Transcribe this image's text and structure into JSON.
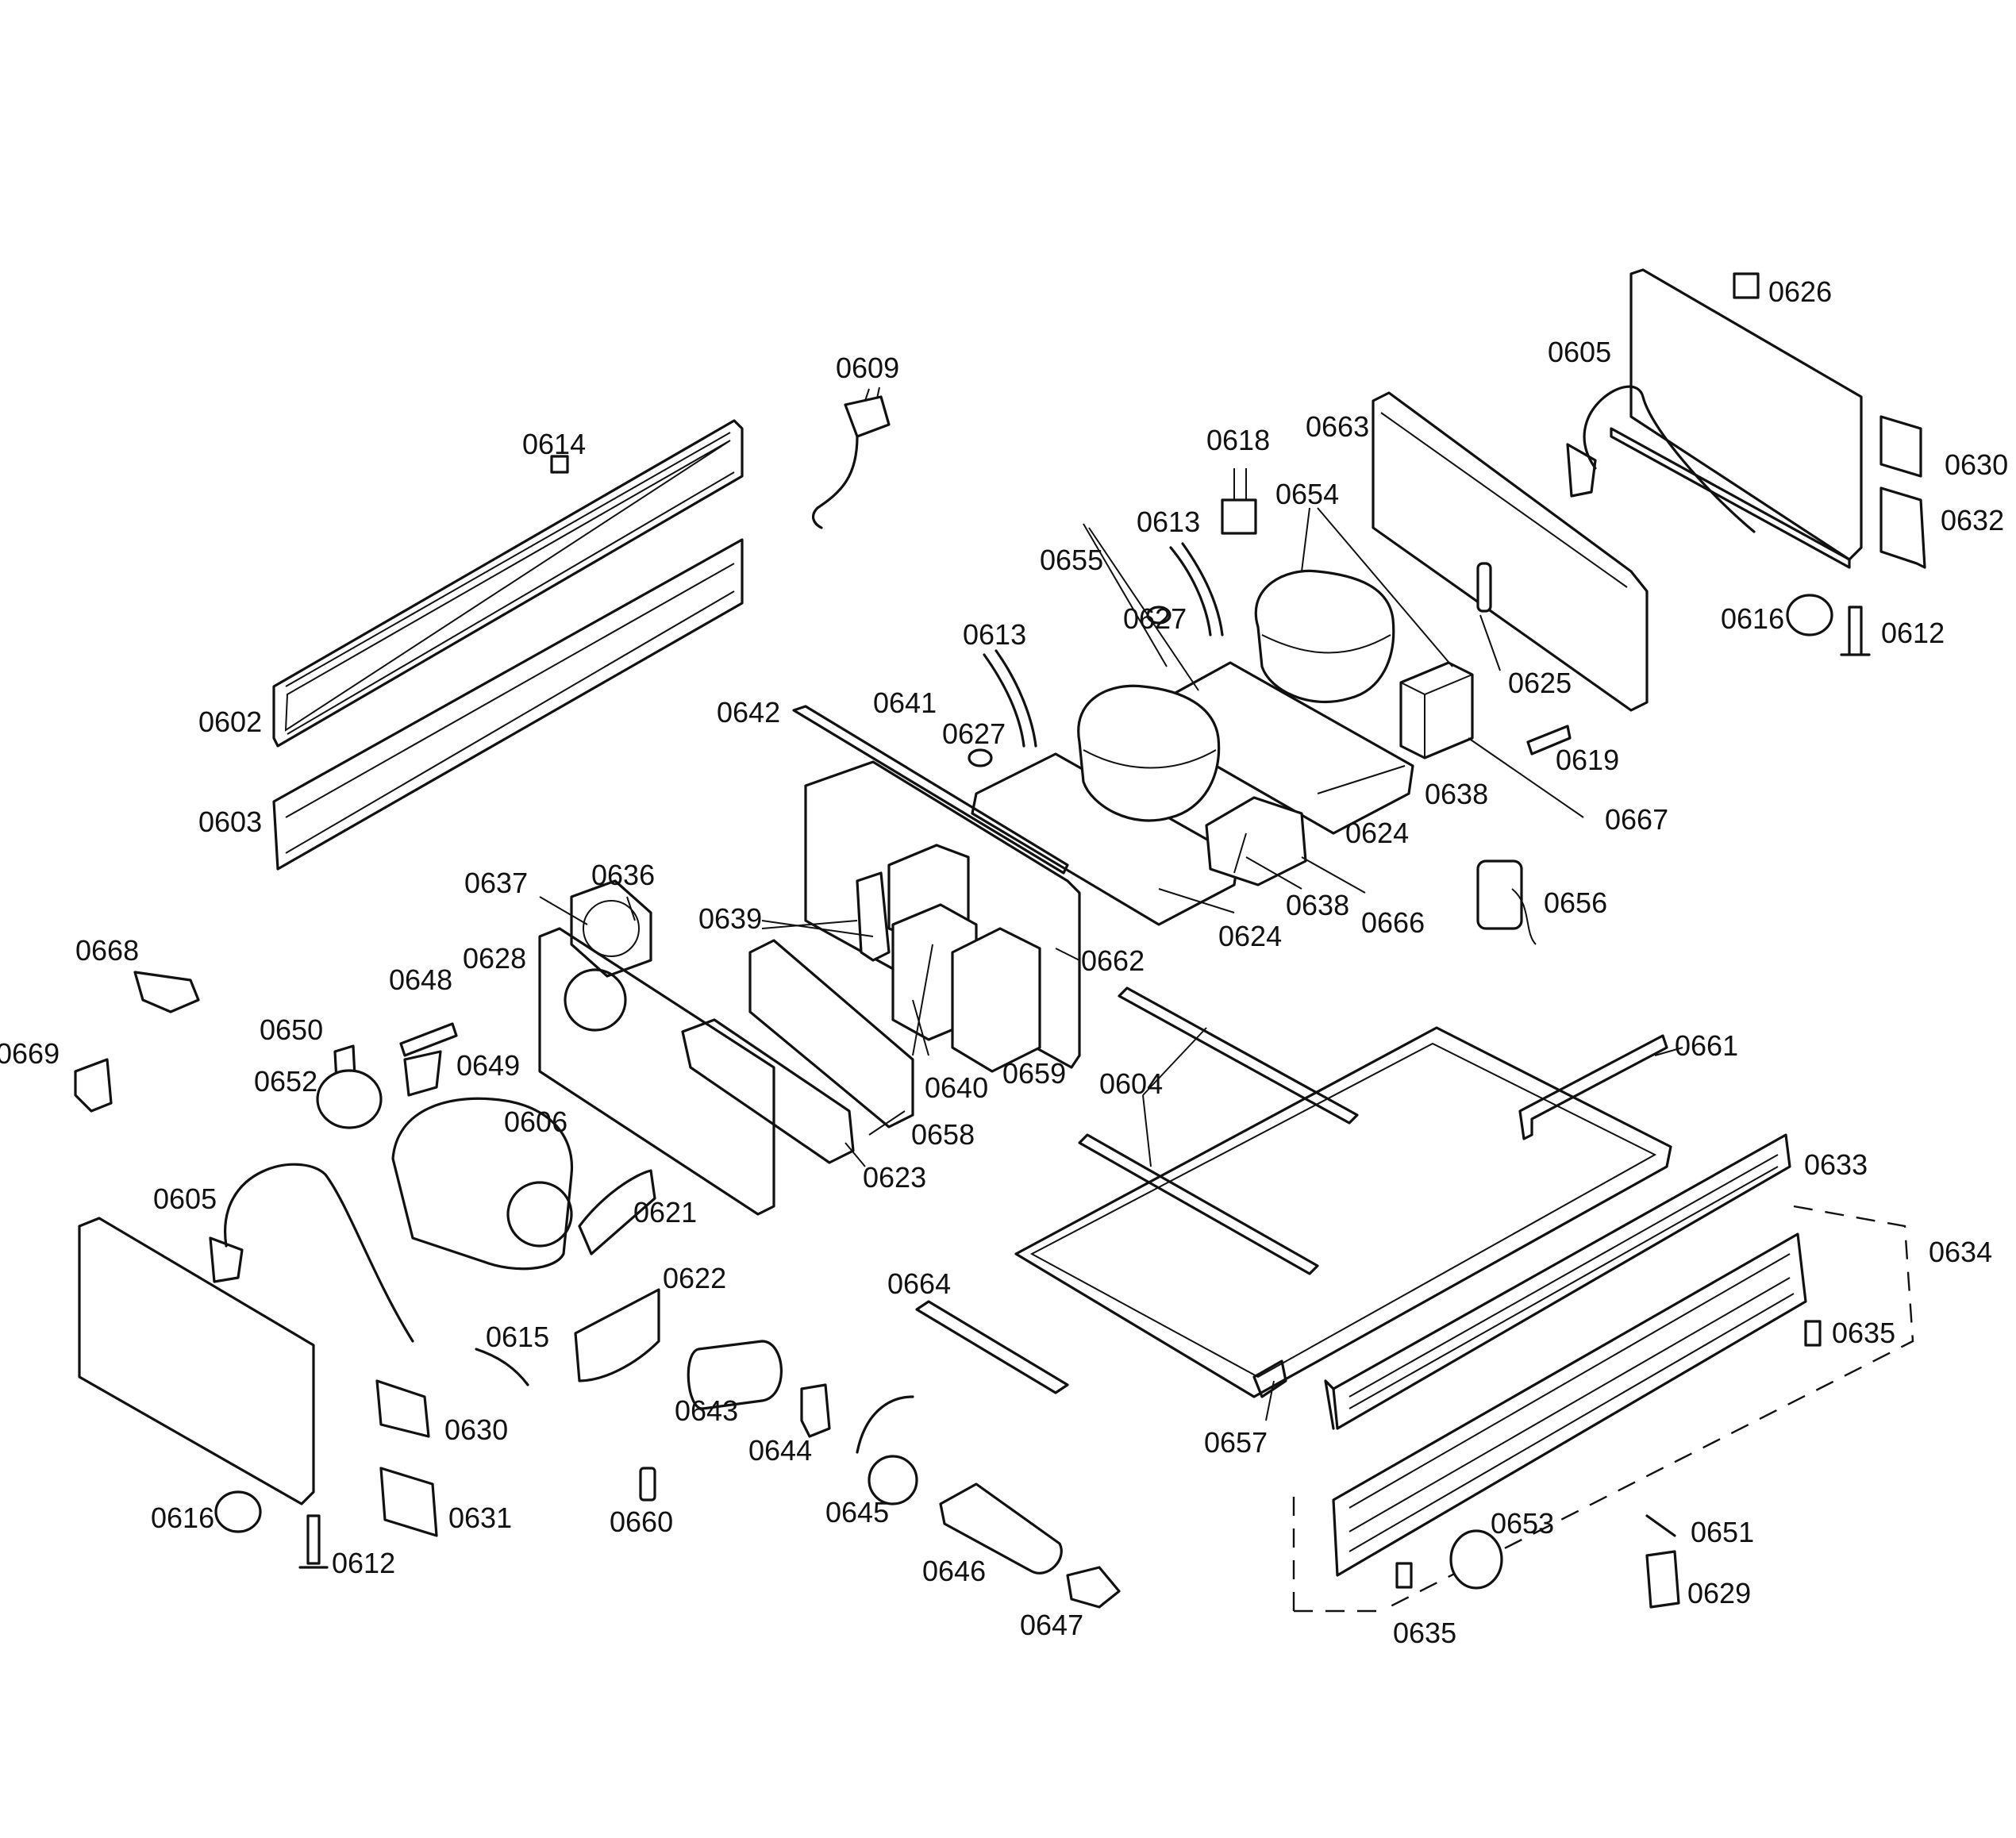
{
  "callouts": [
    {
      "id": "c0602",
      "label": "0602"
    },
    {
      "id": "c0603",
      "label": "0603"
    },
    {
      "id": "c0604",
      "label": "0604"
    },
    {
      "id": "c0605a",
      "label": "0605"
    },
    {
      "id": "c0605b",
      "label": "0605"
    },
    {
      "id": "c0606",
      "label": "0606"
    },
    {
      "id": "c0609",
      "label": "0609"
    },
    {
      "id": "c0612a",
      "label": "0612"
    },
    {
      "id": "c0612b",
      "label": "0612"
    },
    {
      "id": "c0613a",
      "label": "0613"
    },
    {
      "id": "c0613b",
      "label": "0613"
    },
    {
      "id": "c0614",
      "label": "0614"
    },
    {
      "id": "c0615",
      "label": "0615"
    },
    {
      "id": "c0616a",
      "label": "0616"
    },
    {
      "id": "c0616b",
      "label": "0616"
    },
    {
      "id": "c0618",
      "label": "0618"
    },
    {
      "id": "c0619",
      "label": "0619"
    },
    {
      "id": "c0621",
      "label": "0621"
    },
    {
      "id": "c0622",
      "label": "0622"
    },
    {
      "id": "c0623",
      "label": "0623"
    },
    {
      "id": "c0624a",
      "label": "0624"
    },
    {
      "id": "c0624b",
      "label": "0624"
    },
    {
      "id": "c0625",
      "label": "0625"
    },
    {
      "id": "c0626",
      "label": "0626"
    },
    {
      "id": "c0627a",
      "label": "0627"
    },
    {
      "id": "c0627b",
      "label": "0627"
    },
    {
      "id": "c0628",
      "label": "0628"
    },
    {
      "id": "c0629",
      "label": "0629"
    },
    {
      "id": "c0630a",
      "label": "0630"
    },
    {
      "id": "c0630b",
      "label": "0630"
    },
    {
      "id": "c0631",
      "label": "0631"
    },
    {
      "id": "c0632",
      "label": "0632"
    },
    {
      "id": "c0633",
      "label": "0633"
    },
    {
      "id": "c0634",
      "label": "0634"
    },
    {
      "id": "c0635a",
      "label": "0635"
    },
    {
      "id": "c0635b",
      "label": "0635"
    },
    {
      "id": "c0636",
      "label": "0636"
    },
    {
      "id": "c0637",
      "label": "0637"
    },
    {
      "id": "c0638a",
      "label": "0638"
    },
    {
      "id": "c0638b",
      "label": "0638"
    },
    {
      "id": "c0639",
      "label": "0639"
    },
    {
      "id": "c0640",
      "label": "0640"
    },
    {
      "id": "c0641",
      "label": "0641"
    },
    {
      "id": "c0642",
      "label": "0642"
    },
    {
      "id": "c0643",
      "label": "0643"
    },
    {
      "id": "c0644",
      "label": "0644"
    },
    {
      "id": "c0645",
      "label": "0645"
    },
    {
      "id": "c0646",
      "label": "0646"
    },
    {
      "id": "c0647",
      "label": "0647"
    },
    {
      "id": "c0648",
      "label": "0648"
    },
    {
      "id": "c0649",
      "label": "0649"
    },
    {
      "id": "c0650",
      "label": "0650"
    },
    {
      "id": "c0651",
      "label": "0651"
    },
    {
      "id": "c0652",
      "label": "0652"
    },
    {
      "id": "c0653",
      "label": "0653"
    },
    {
      "id": "c0654",
      "label": "0654"
    },
    {
      "id": "c0655",
      "label": "0655"
    },
    {
      "id": "c0656",
      "label": "0656"
    },
    {
      "id": "c0657",
      "label": "0657"
    },
    {
      "id": "c0658",
      "label": "0658"
    },
    {
      "id": "c0659",
      "label": "0659"
    },
    {
      "id": "c0660",
      "label": "0660"
    },
    {
      "id": "c0661",
      "label": "0661"
    },
    {
      "id": "c0662",
      "label": "0662"
    },
    {
      "id": "c0663",
      "label": "0663"
    },
    {
      "id": "c0664",
      "label": "0664"
    },
    {
      "id": "c0666",
      "label": "0666"
    },
    {
      "id": "c0667",
      "label": "0667"
    },
    {
      "id": "c0668",
      "label": "0668"
    },
    {
      "id": "c0669",
      "label": "0669"
    }
  ]
}
